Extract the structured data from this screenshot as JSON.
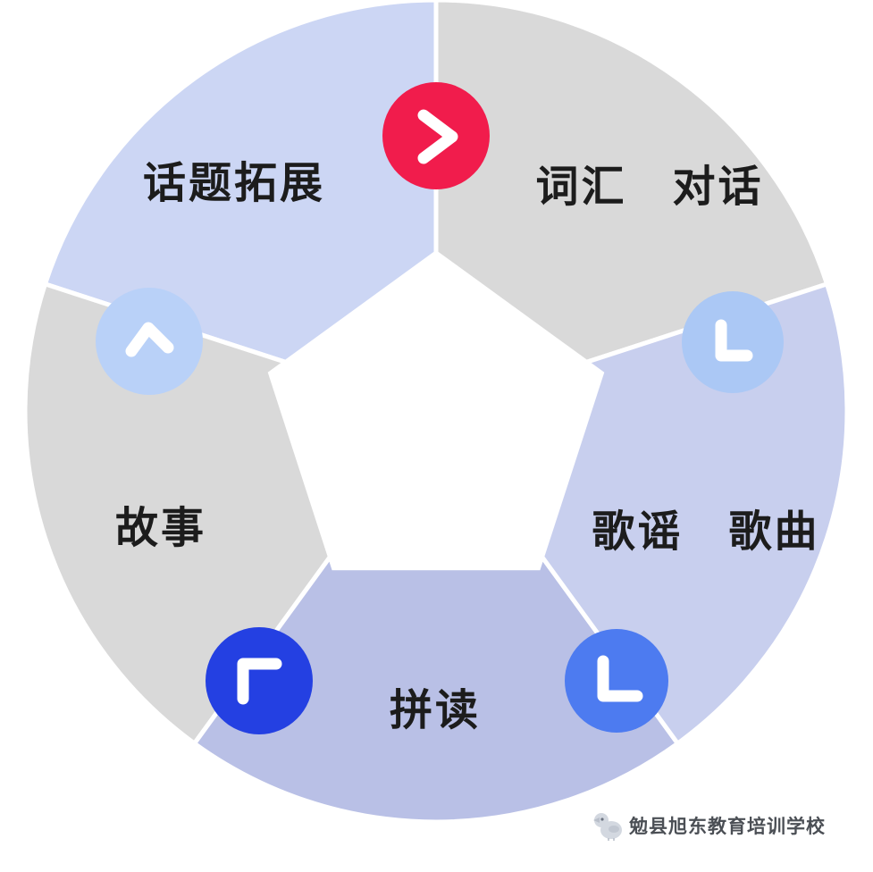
{
  "diagram": {
    "type": "pentagon-cycle-wheel",
    "center_shape_color": "#ffffff",
    "label_text_color": "#1c1c1c",
    "segments": [
      {
        "id": "topic-expansion",
        "label": "话题拓展",
        "color": "#ccd6f4"
      },
      {
        "id": "vocab-dialogue",
        "label": "词汇　对话",
        "color": "#d9d9d9"
      },
      {
        "id": "story",
        "label": "故事",
        "color": "#d9d9d9"
      },
      {
        "id": "phonics",
        "label": "拼读",
        "color": "#b9c0e6"
      },
      {
        "id": "songs",
        "label": "歌谣　歌曲",
        "color": "#c8cfee"
      }
    ],
    "icons": [
      {
        "name": "chevron-right-icon",
        "color": "#f11c4c",
        "glyph_color": "#ffffff"
      },
      {
        "name": "chevron-up-icon",
        "color": "#b9d1f8",
        "glyph_color": "#ffffff"
      },
      {
        "name": "corner-right-icon",
        "color": "#abc8f5",
        "glyph_color": "#ffffff"
      },
      {
        "name": "corner-down-icon",
        "color": "#4d7bf0",
        "glyph_color": "#ffffff"
      },
      {
        "name": "corner-up-icon",
        "color": "#2440e2",
        "glyph_color": "#ffffff"
      }
    ]
  },
  "watermark": {
    "text": "勉县旭东教育培训学校",
    "color": "#4b4f55",
    "icon": "chick-icon"
  }
}
